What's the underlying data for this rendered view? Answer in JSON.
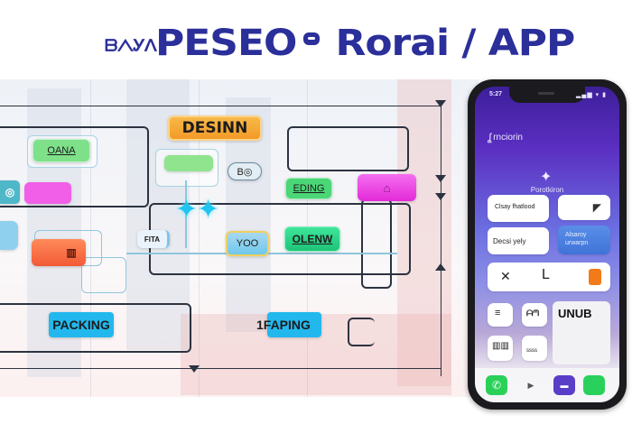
{
  "header": {
    "prefix": "ᗷᐱᎩᐱ",
    "title": "PESEO",
    "title_rest": "Rorai / APP",
    "color": "#2b2f9a"
  },
  "diagram": {
    "nodes": [
      {
        "id": "design",
        "label": "DESINN",
        "color": "#f6a836"
      },
      {
        "id": "oana",
        "label": "OANA",
        "color": "#7fe08a"
      },
      {
        "id": "green-blank",
        "label": "",
        "color": "#8fe48d"
      },
      {
        "id": "bo",
        "label": "B◎",
        "color": "#e3eef4"
      },
      {
        "id": "eding",
        "label": "EDING",
        "color": "#4bd677"
      },
      {
        "id": "magenta-top",
        "label": "",
        "color": "#f03ee0"
      },
      {
        "id": "magenta-left",
        "label": "",
        "color": "#f15ee8"
      },
      {
        "id": "teal-left",
        "label": "",
        "color": "#4fb8c8"
      },
      {
        "id": "orange",
        "label": "",
        "color": "#fa6f45"
      },
      {
        "id": "fita",
        "label": "FITA",
        "color": "#eaf3fb"
      },
      {
        "id": "yoo",
        "label": "YOO",
        "color": "#7fd0f0"
      },
      {
        "id": "olenw",
        "label": "OLENW",
        "color": "#2fd98a"
      },
      {
        "id": "packing",
        "label": "PACKING",
        "color": "#22b8ee"
      },
      {
        "id": "aping",
        "label": "1FAPING",
        "color": "#22b8ee"
      }
    ]
  },
  "phone": {
    "status_time": "5:27",
    "status_icons": "▂▄▆ ▾ ▮",
    "brand_label": "rnciorin",
    "brand_icon": "ʆ",
    "hero_icon": "✦",
    "hero_label": "Porotkiron",
    "cards": [
      {
        "id": "card-1",
        "text": "Clsay fhatlood"
      },
      {
        "id": "card-2",
        "text": ""
      },
      {
        "id": "card-3",
        "text": "Decsi yely"
      },
      {
        "id": "card-4",
        "text": "Alsaroy\nurwarpn"
      }
    ],
    "widget_icons": [
      "✕",
      "L",
      "▥"
    ],
    "grid_labels": [
      "≡",
      "ᗩᘉ",
      "UNUB",
      "▥▥",
      "ssss"
    ],
    "dock": [
      {
        "id": "phone-app",
        "icon": "✆",
        "color": "#2ad158"
      },
      {
        "id": "play-app",
        "icon": "▶",
        "color": "transparent"
      },
      {
        "id": "messages-app",
        "icon": "▬",
        "color": "#5a3ec8"
      },
      {
        "id": "green-app",
        "icon": "",
        "color": "#29d15c"
      }
    ]
  }
}
